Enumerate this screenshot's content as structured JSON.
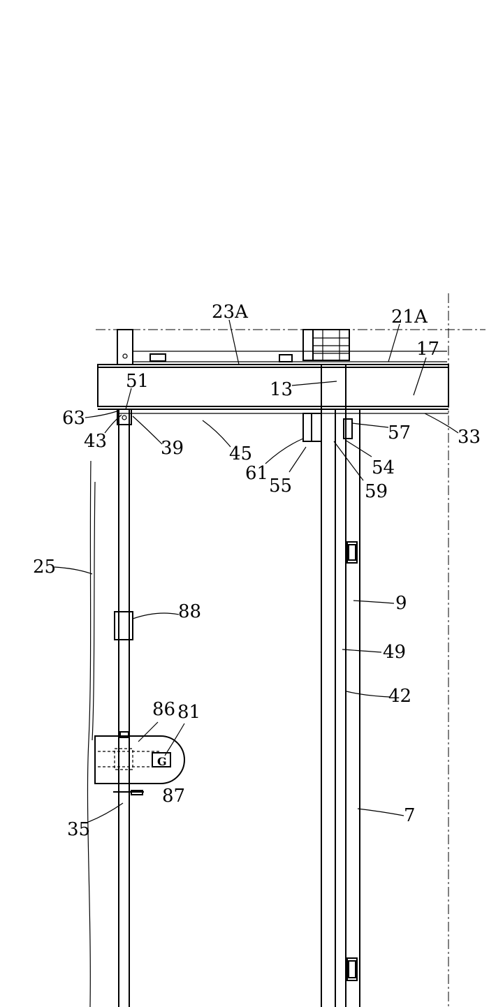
{
  "labels": {
    "l23A": "23A",
    "l21A": "21A",
    "l17": "17",
    "l51": "51",
    "l13": "13",
    "l63": "63",
    "l43": "43",
    "l39": "39",
    "l45": "45",
    "l61": "61",
    "l55": "55",
    "l57": "57",
    "l54": "54",
    "l59": "59",
    "l33": "33",
    "l25": "25",
    "l9": "9",
    "l88": "88",
    "l49": "49",
    "l42": "42",
    "l86": "86",
    "l81": "81",
    "l87": "87",
    "l35": "35",
    "l7": "7"
  },
  "glyph_g": "G"
}
